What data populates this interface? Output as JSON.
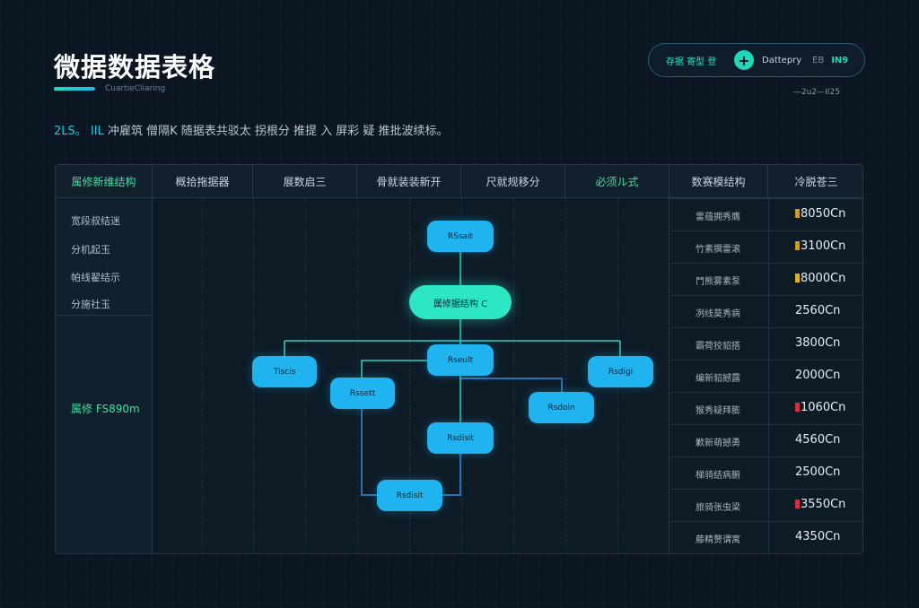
{
  "header": {
    "title": "微据数据表格",
    "subtitle": "CuartieCliaring",
    "description_highlight": "2LS。 IIL",
    "description": "冲雇筑 僧隔K 随据表共驳太 拐根分 推提 入 屏彩 疑 推批波续标。"
  },
  "pill": {
    "left_label": "存据 寄型 登",
    "plus_icon": "+",
    "mid_label": "Dattepry",
    "right_dim": "EB",
    "right_bold": "IN9",
    "date": "—2u2—II25"
  },
  "table": {
    "columns": [
      "属修新维结构",
      "概拾拖据器",
      "展数启三",
      "骨就装装新开",
      "尺就规移分",
      "必须ル式",
      "数赛模结构",
      "冷脱苍三"
    ],
    "left_items": [
      "宽段叔结迷",
      "分机起玉",
      "帕线翟结示",
      "分施社玉"
    ],
    "left_highlight": "属修 FS890m",
    "rows": [
      {
        "label": "雷蕴拥秀膺",
        "value": "8050Cn",
        "mark": "#c89a2a"
      },
      {
        "label": "竹素撰雷滚",
        "value": "3100Cn",
        "mark": "#c89a2a"
      },
      {
        "label": "鬥熊雾素泵",
        "value": "8000Cn",
        "mark": "#e0b020"
      },
      {
        "label": "冽线莫秀病",
        "value": "2560Cn",
        "mark": ""
      },
      {
        "label": "霸荷狡貂搭",
        "value": "3800Cn",
        "mark": ""
      },
      {
        "label": "编新貂撼露",
        "value": "2000Cn",
        "mark": ""
      },
      {
        "label": "猴秀疑拜膨",
        "value": "1060Cn",
        "mark": "#d03040"
      },
      {
        "label": "歉新萌撼勇",
        "value": "4560Cn",
        "mark": ""
      },
      {
        "label": "梯骑结病腑",
        "value": "2500Cn",
        "mark": ""
      },
      {
        "label": "旅骑张虫梁",
        "value": "3550Cn",
        "mark": "#d03040"
      },
      {
        "label": "藤精赘谓寓",
        "value": "4350Cn",
        "mark": ""
      }
    ]
  },
  "diagram": {
    "nodes": {
      "root": "RSsait",
      "main": "属修据结构 C",
      "mid": "Rseult",
      "left": "Tiscis",
      "right": "Rsdigi",
      "left2": "Rssett",
      "right2": "Rsdoin",
      "low": "Rsdisit",
      "bottom": "Rsdisit"
    }
  }
}
